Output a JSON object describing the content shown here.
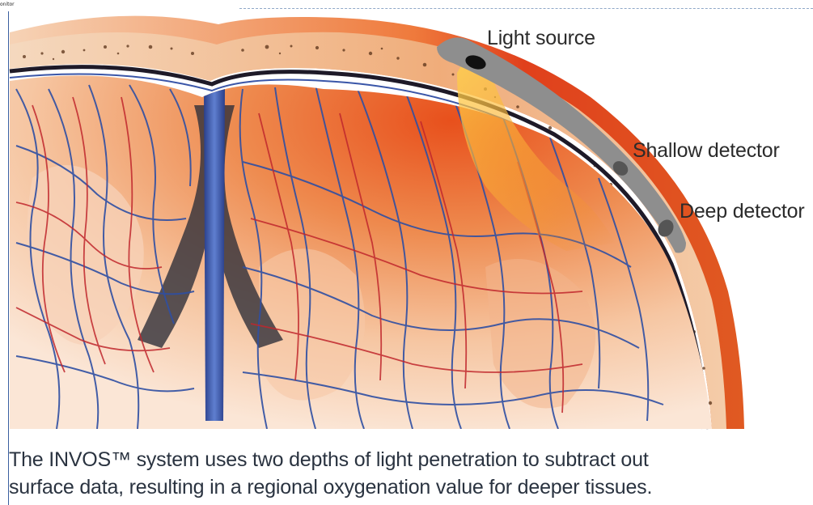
{
  "header": {
    "tab_label": "onitor"
  },
  "labels": {
    "light_source": "Light source",
    "shallow_detector": "Shallow detector",
    "deep_detector": "Deep detector"
  },
  "caption": {
    "line1": "The INVOS™ system uses two depths of light penetration to subtract out",
    "line2": "surface data, resulting in a regional oxygenation value for deeper tissues."
  },
  "colors": {
    "vein_blue": "#2f4fa3",
    "artery_red": "#c0272d",
    "tissue_orange": "#e4672a",
    "bone_tan": "#f2c9a0",
    "sensor_gray": "#8e8e8e"
  }
}
